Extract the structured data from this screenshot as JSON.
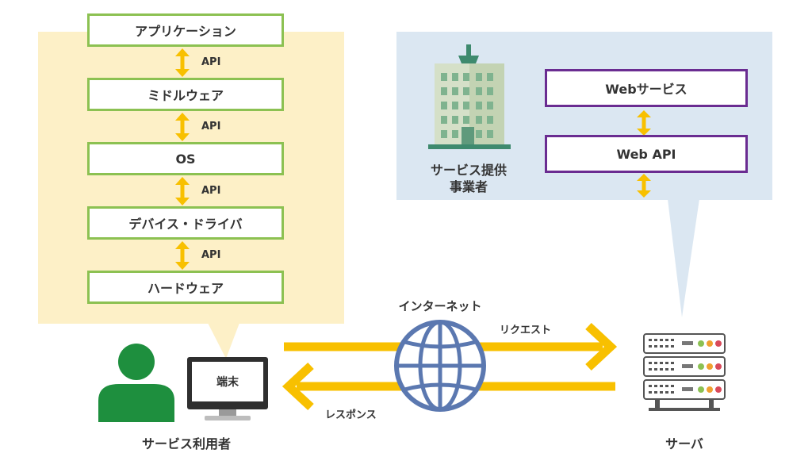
{
  "software_stack": {
    "layers": [
      {
        "label": "アプリケーション"
      },
      {
        "label": "ミドルウェア"
      },
      {
        "label": "OS"
      },
      {
        "label": "デバイス・ドライバ"
      },
      {
        "label": "ハードウェア"
      }
    ],
    "api_labels": [
      "API",
      "API",
      "API",
      "API"
    ]
  },
  "provider": {
    "name_line1": "サービス提供",
    "name_line2": "事業者",
    "services": [
      {
        "label": "Webサービス"
      },
      {
        "label": "Web API"
      }
    ]
  },
  "network": {
    "title": "インターネット",
    "request_label": "リクエスト",
    "response_label": "レスポンス"
  },
  "user": {
    "label": "サービス利用者",
    "terminal_label": "端末"
  },
  "server": {
    "label": "サーバ"
  },
  "colors": {
    "stack_bg": "#fdf0c7",
    "provider_bg": "#dbe7f2",
    "layer_border": "#8cc152",
    "service_border": "#6a2c91",
    "arrow": "#f8c000",
    "globe": "#5b78b0",
    "user": "#1e8f3e"
  },
  "icons": {
    "person": "person-icon",
    "monitor": "monitor-icon",
    "building": "building-icon",
    "globe": "globe-icon",
    "server": "server-icon"
  }
}
